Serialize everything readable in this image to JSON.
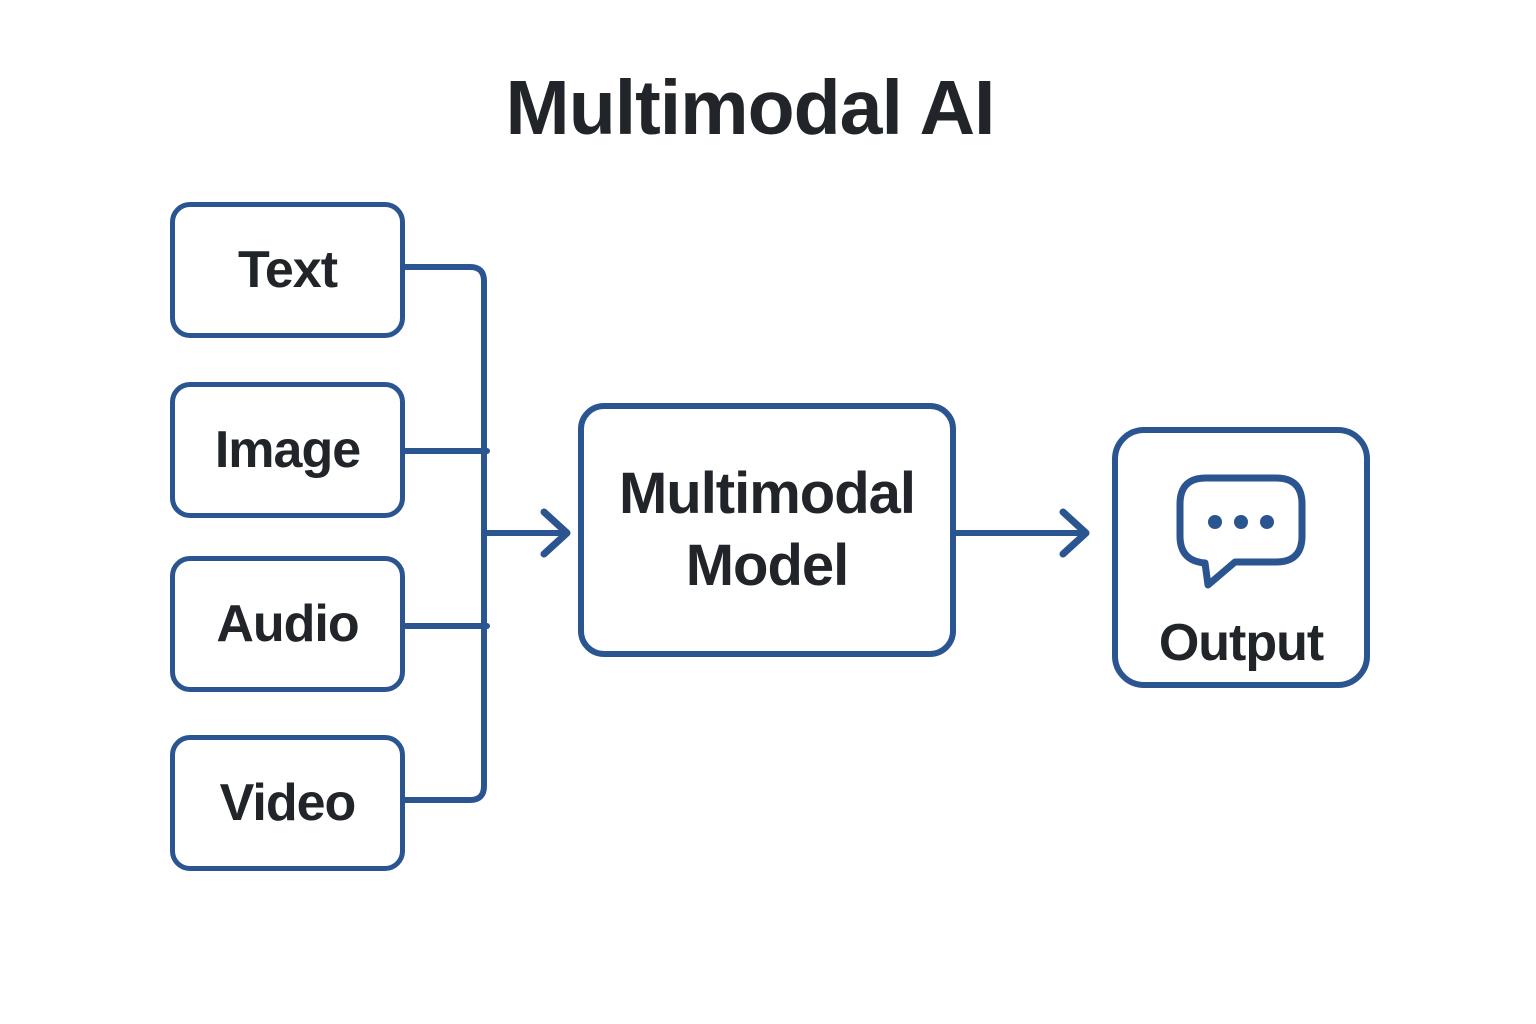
{
  "title": "Multimodal AI",
  "inputs": [
    {
      "id": "text",
      "label": "Text"
    },
    {
      "id": "image",
      "label": "Image"
    },
    {
      "id": "audio",
      "label": "Audio"
    },
    {
      "id": "video",
      "label": "Video"
    }
  ],
  "model": {
    "line1": "Multimodal",
    "line2": "Model"
  },
  "output": {
    "label": "Output",
    "icon": "speech-bubble-ellipsis-icon"
  },
  "colors": {
    "accent": "#2b5591",
    "ink": "#212529",
    "background": "#ffffff"
  }
}
